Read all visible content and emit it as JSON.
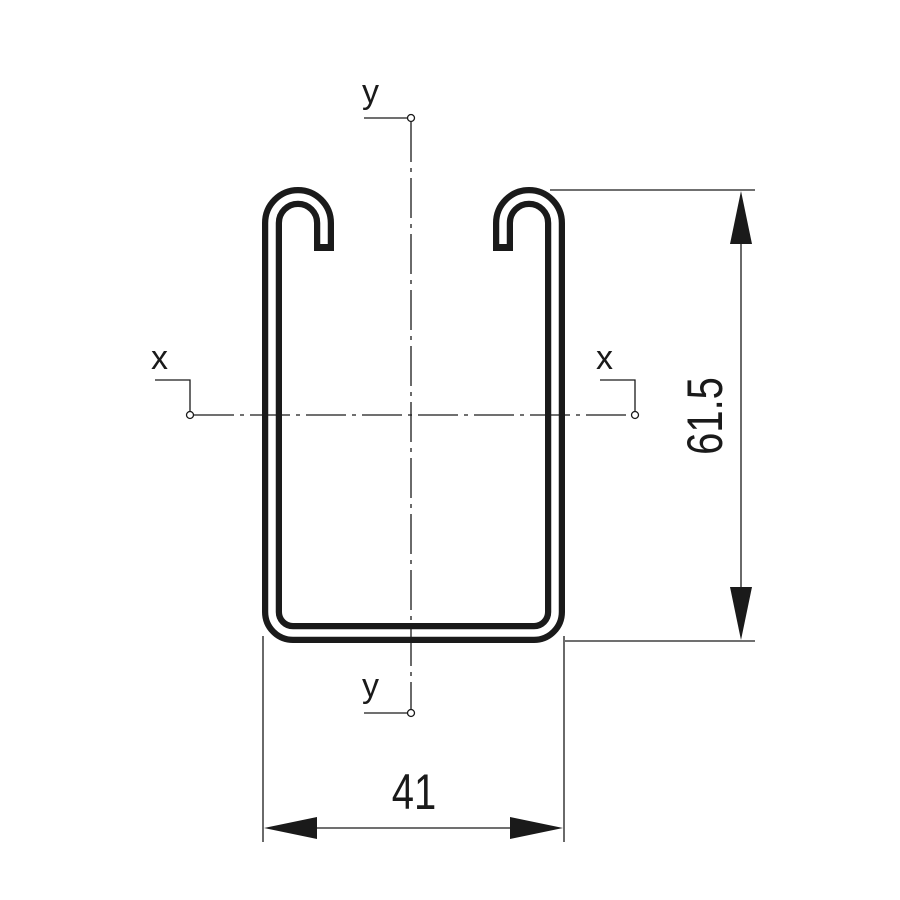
{
  "drawing": {
    "axis_labels": {
      "y_top": "y",
      "y_bottom": "y",
      "x_left": "x",
      "x_right": "x"
    },
    "dimensions": {
      "height": "61.5",
      "width": "41"
    },
    "colors": {
      "line": "#1a1a1a",
      "background": "#ffffff"
    }
  }
}
